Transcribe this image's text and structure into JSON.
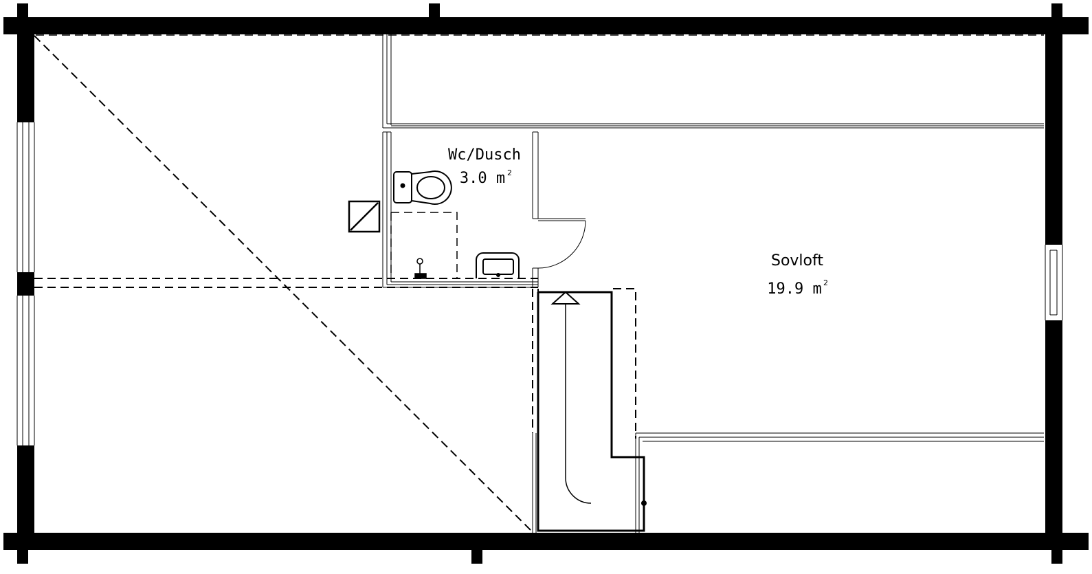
{
  "rooms": {
    "wc": {
      "name": "Wc/Dusch",
      "area_value": "3.0 m",
      "area_sup": "2"
    },
    "sovloft": {
      "name": "Sovloft",
      "area_value": "19.9 m",
      "area_sup": "2"
    }
  }
}
